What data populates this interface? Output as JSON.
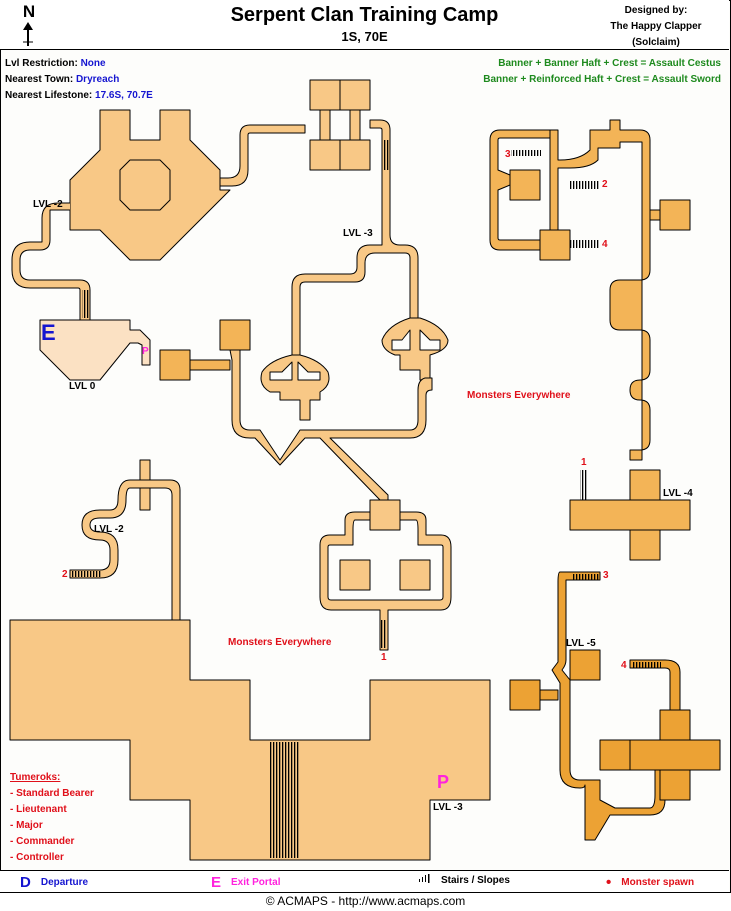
{
  "header": {
    "north_label": "N",
    "title": "Serpent Clan Training Camp",
    "coordinates": "1S, 70E",
    "designer_line1": "Designed by:",
    "designer_line2": "The Happy Clapper",
    "designer_line3": "(Solclaim)"
  },
  "info": {
    "lvl_restriction_label": "Lvl Restriction:",
    "lvl_restriction_value": "None",
    "nearest_town_label": "Nearest Town:",
    "nearest_town_value": "Dryreach",
    "nearest_lifestone_label": "Nearest Lifestone:",
    "nearest_lifestone_value": "17.6S, 70.7E"
  },
  "recipes": [
    "Banner + Banner Haft + Crest = Assault Cestus",
    "Banner + Reinforced Haft + Crest = Assault Sword"
  ],
  "map_labels": {
    "lvl_m2_top": "LVL -2",
    "lvl_0": "LVL 0",
    "lvl_m3_top": "LVL -3",
    "lvl_m2_mid": "LVL -2",
    "lvl_m3_bottom": "LVL -3",
    "lvl_m4": "LVL -4",
    "lvl_m5": "LVL -5",
    "monsters_1": "Monsters Everywhere",
    "monsters_2": "Monsters Everywhere",
    "entry_marker": "E",
    "portal_marker_small": "P",
    "portal_marker_big": "P"
  },
  "stair_numbers": {
    "n3_upper": "3",
    "n2_upper": "2",
    "n4_upper": "4",
    "n1_lvl4": "1",
    "n2_lvl2": "2",
    "n1_center": "1",
    "n3_lvl5": "3",
    "n4_lvl5": "4"
  },
  "tumeroks": {
    "heading": "Tumeroks:",
    "items": [
      "- Standard Bearer",
      "- Lieutenant",
      "- Major",
      "- Commander",
      "- Controller"
    ]
  },
  "legend": {
    "departure_key": "D",
    "departure_label": "Departure",
    "exit_key": "E",
    "exit_label": "Exit Portal",
    "stairs_label": "Stairs / Slopes",
    "spawn_key": "•",
    "spawn_label": "Monster spawn"
  },
  "footer": {
    "copyright": "© ACMAPS - http://www.acmaps.com"
  },
  "colors": {
    "light_room": "#f8c886",
    "mid_room": "#f3b457",
    "dark_room": "#eca234",
    "entry_room": "#fbe1c3",
    "text_blue": "#1515d0",
    "text_red": "#e0101a",
    "text_green": "#1e8a1e",
    "text_magenta": "#ff22dd"
  }
}
